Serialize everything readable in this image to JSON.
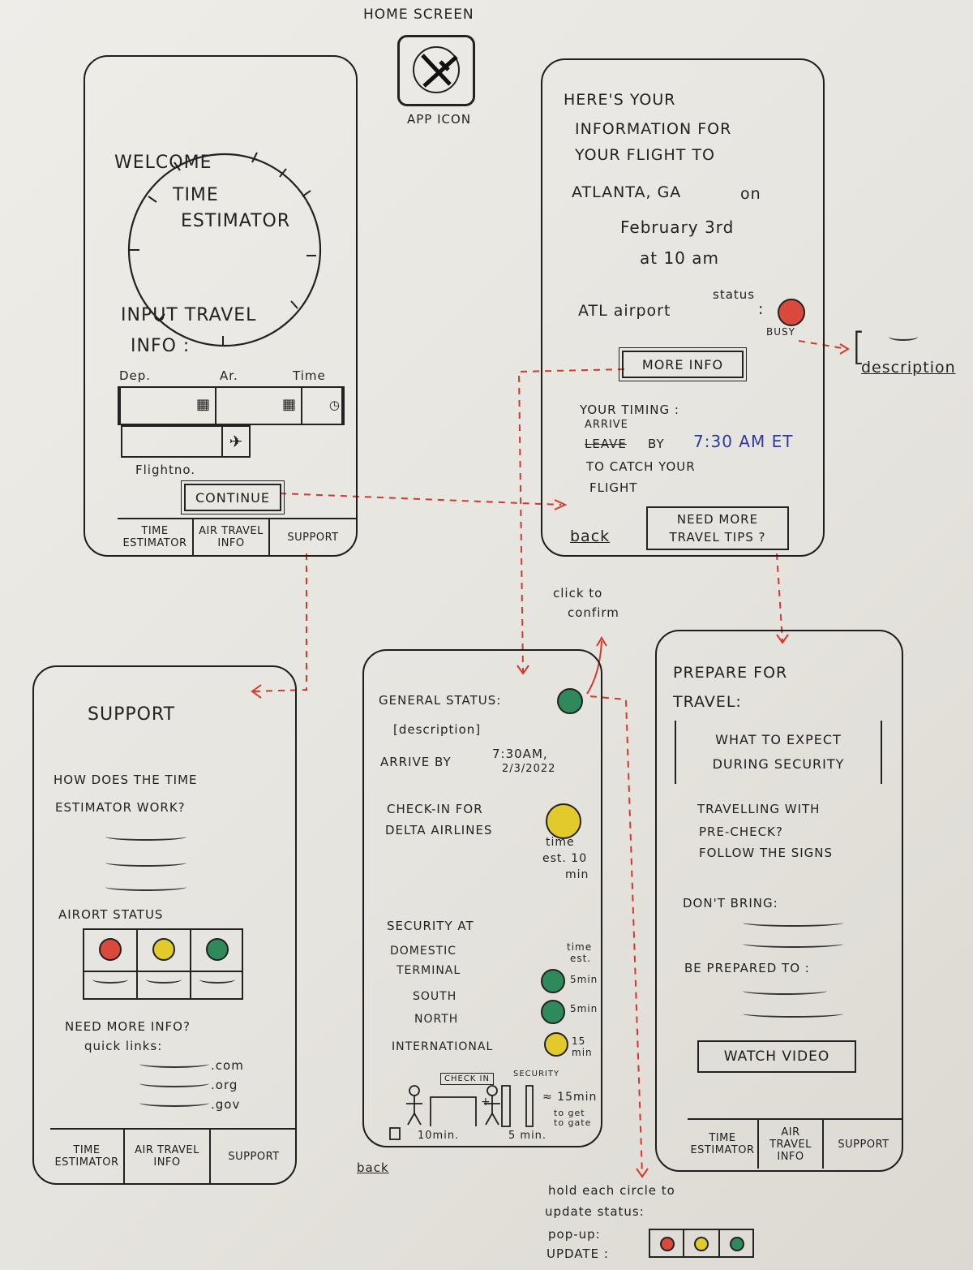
{
  "home": {
    "label": "HOME SCREEN",
    "icon_caption": "APP ICON"
  },
  "screen1": {
    "welcome": "WELCOME",
    "time": "TIME",
    "estimator": "ESTIMATOR",
    "input1": "INPUT TRAVEL",
    "input2": "INFO :",
    "dep": "Dep.",
    "ar": "Ar.",
    "time_col": "Time",
    "flight_no": "Flightno.",
    "continue": "CONTINUE",
    "nav": [
      "TIME ESTIMATOR",
      "AIR TRAVEL INFO",
      "SUPPORT"
    ]
  },
  "screen2": {
    "l1": "HERE'S YOUR",
    "l2": "INFORMATION FOR",
    "l3": "YOUR FLIGHT TO",
    "city": "ATLANTA, GA",
    "on": "on",
    "date": "February 3rd",
    "at": "at 10 am",
    "airport": "ATL airport",
    "status_word": "status",
    "colon": ":",
    "busy": "BUSY",
    "more_info": "MORE INFO",
    "timing": "YOUR TIMING :",
    "arrive": "ARRIVE",
    "leave": "LEAVE",
    "by": "BY",
    "time": "7:30 AM ET",
    "catch": "TO CATCH YOUR",
    "flight": "FLIGHT",
    "back": "back",
    "tips1": "NEED MORE",
    "tips2": "TRAVEL TIPS ?",
    "description": "description",
    "description_bracket": "["
  },
  "screen3": {
    "title": "SUPPORT",
    "q1": "HOW DOES THE TIME",
    "q2": "ESTIMATOR WORK?",
    "airport_status": "AIRORT STATUS",
    "need1": "NEED MORE INFO?",
    "quick": "quick links:",
    "links": [
      ".com",
      ".org",
      ".gov"
    ],
    "nav": [
      "TIME ESTIMATOR",
      "AIR TRAVEL INFO",
      "SUPPORT"
    ]
  },
  "screen4": {
    "general": "GENERAL STATUS:",
    "description": "[description]",
    "arrive_by": "ARRIVE BY",
    "arrive_time": "7:30AM,",
    "arrive_date": "2/3/2022",
    "checkin1": "CHECK-IN FOR",
    "checkin2": "DELTA AIRLINES",
    "time_est": "time",
    "est_10": "est. 10",
    "min": "min",
    "security1": "SECURITY AT",
    "domestic": "DOMESTIC",
    "terminal": "TERMINAL",
    "south": "SOUTH",
    "north": "NORTH",
    "intl": "INTERNATIONAL",
    "t_time": "time",
    "t_est": "est.",
    "m5a": "5min",
    "m5b": "5min",
    "m15": "15 min",
    "check_in_box": "CHECK IN",
    "security_label": "SECURITY",
    "plus": "+",
    "approx": "≈ 15min",
    "to_get": "to get to gate",
    "ten_min": "10min.",
    "five_min": "5 min.",
    "back": "back",
    "confirm1": "click to",
    "confirm2": "confirm"
  },
  "screen5": {
    "title1": "PREPARE FOR",
    "title2": "TRAVEL:",
    "expect1": "WHAT TO EXPECT",
    "expect2": "DURING SECURITY",
    "pre1": "TRAVELLING WITH",
    "pre2": "PRE-CHECK?",
    "pre3": "FOLLOW THE SIGNS",
    "dont": "DON'T BRING:",
    "be": "BE PREPARED TO :",
    "video": "WATCH VIDEO",
    "nav": [
      "TIME ESTIMATOR",
      "AIR TRAVEL INFO",
      "SUPPORT"
    ]
  },
  "footer": {
    "hold1": "hold each circle to",
    "hold2": "update status:",
    "popup": "pop-up:",
    "update": "UPDATE :"
  },
  "colors": {
    "red_line": "#d3392b",
    "status_red": "#d94a3d",
    "status_yellow": "#e2c92c",
    "status_green": "#2e8a5b",
    "ink_blue": "#2d3a9c"
  }
}
